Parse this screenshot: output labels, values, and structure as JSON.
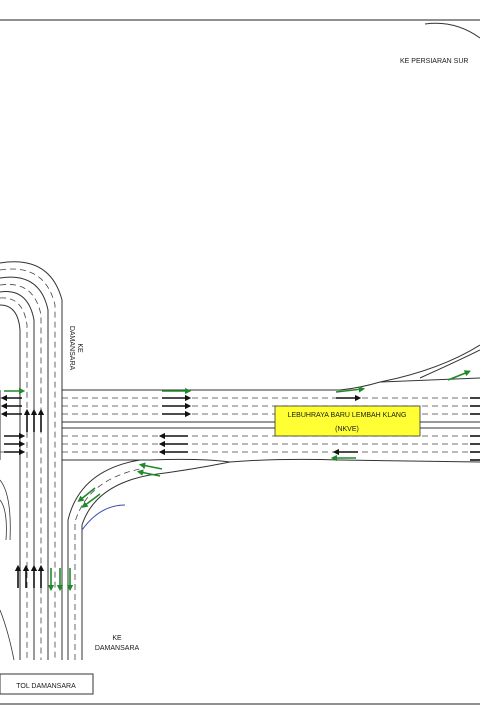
{
  "labels": {
    "persiaran": "KE PERSIARAN SUR",
    "damansara_vertical_1": "KE",
    "damansara_vertical_2": "DAMANSARA",
    "damansara_bottom_1": "KE",
    "damansara_bottom_2": "DAMANSARA",
    "toll": "TOL DAMANSARA",
    "highway_name": "LEBUHRAYA BARU LEMBAH KLANG",
    "highway_code": "(NKVE)"
  },
  "colors": {
    "road_line": "#333333",
    "lane_dash": "#444444",
    "arrow_black": "#111111",
    "arrow_green": "#1f8a2a",
    "highway_box": "#ffff33",
    "ramp_blue": "#3a4fb0"
  }
}
